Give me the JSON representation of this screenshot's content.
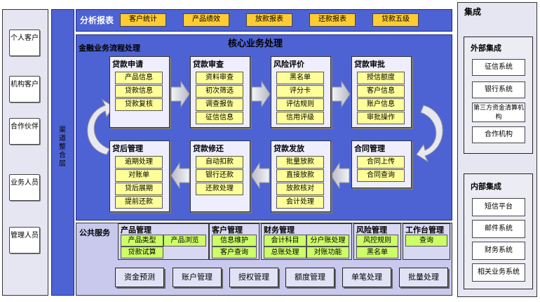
{
  "channels": {
    "items": [
      "个人客户",
      "机构客户",
      "合作伙伴",
      "业务人员",
      "管理人员"
    ],
    "platform_label": "渠道整合层"
  },
  "analysis": {
    "title": "分析报表",
    "items": [
      "客户统计",
      "产品绩效",
      "放款报表",
      "还款报表",
      "贷款五级"
    ]
  },
  "core": {
    "flow_title": "金融业务流程处理",
    "title": "核心业务处理",
    "processes": [
      {
        "title": "贷款申请",
        "items": [
          "产品信息",
          "贷款信息",
          "贷款复核"
        ]
      },
      {
        "title": "贷款审查",
        "items": [
          "资料审查",
          "初次筛选",
          "调查报告",
          "征信信息"
        ]
      },
      {
        "title": "风险评价",
        "items": [
          "黑名单",
          "评分卡",
          "评估规则",
          "信用评级"
        ]
      },
      {
        "title": "贷款审批",
        "items": [
          "授信额度",
          "客户信息",
          "账户信息",
          "审批操作"
        ]
      },
      {
        "title": "合同管理",
        "items": [
          "合同上传",
          "合同查询"
        ]
      },
      {
        "title": "贷款发放",
        "items": [
          "批量放款",
          "直接放款",
          "放款核对",
          "会计处理"
        ]
      },
      {
        "title": "贷款修还",
        "items": [
          "自动扣款",
          "银行还款",
          "还款处理"
        ]
      },
      {
        "title": "贷后管理",
        "items": [
          "逾期处理",
          "对账单",
          "贷后展期",
          "提前还款"
        ]
      }
    ]
  },
  "public": {
    "title": "公共服务",
    "groups": [
      {
        "title": "产品管理",
        "items": [
          "产品类型",
          "产品浏览",
          "贷款试算"
        ]
      },
      {
        "title": "客户管理",
        "items": [
          "信息维护",
          "客户查询"
        ]
      },
      {
        "title": "财务管理",
        "items": [
          "会计科目",
          "分户账处理",
          "总账处理",
          "对账功能"
        ]
      },
      {
        "title": "风险管理",
        "items": [
          "风控规则",
          "黑名单"
        ]
      },
      {
        "title": "工作台管理",
        "items": [
          "查询"
        ]
      }
    ],
    "bottom": [
      "资金预测",
      "账户管理",
      "授权管理",
      "额度管理",
      "单笔处理",
      "批量处理"
    ]
  },
  "integration": {
    "title": "集成",
    "external": {
      "title": "外部集成",
      "items": [
        "征信系统",
        "银行系统",
        "第三方资金清算机构",
        "合作机构"
      ]
    },
    "internal": {
      "title": "内部集成",
      "items": [
        "短信平台",
        "邮件系统",
        "财务系统",
        "相关业务系统"
      ]
    }
  },
  "colors": {
    "blue": "#4e63d3",
    "panel": "#e6e6f2",
    "yellow": "#ffff99",
    "green": "#ccff66",
    "orange": "#ffcc33"
  }
}
